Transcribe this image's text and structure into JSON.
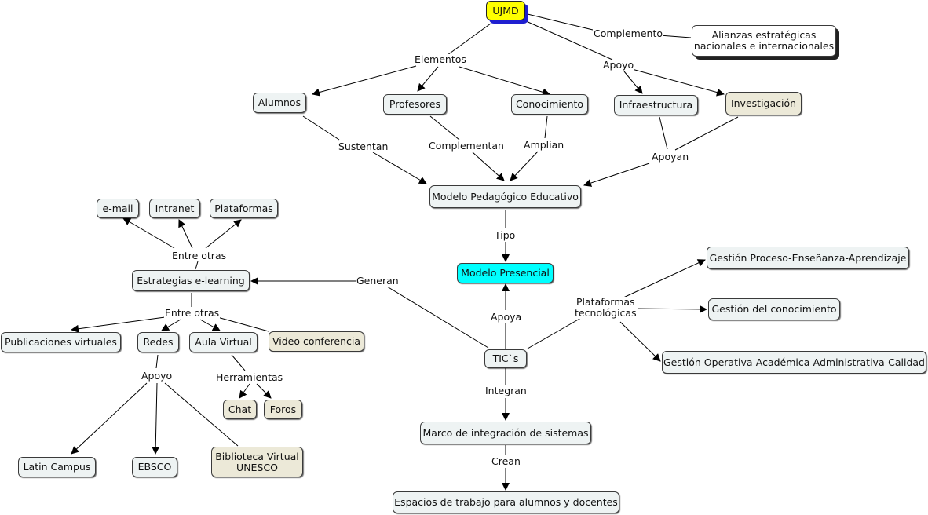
{
  "root": "UJMD",
  "nodes": {
    "alianzas": "Alianzas estratégicas\nnacionales e internacionales",
    "alumnos": "Alumnos",
    "profesores": "Profesores",
    "conocimiento": "Conocimiento",
    "infraestructura": "Infraestructura",
    "investigacion": "Investigación",
    "modelo_pedagogico": "Modelo Pedagógico Educativo",
    "modelo_presencial": "Modelo Presencial",
    "email": "e-mail",
    "intranet": "Intranet",
    "plataformas": "Plataformas",
    "estrategias": "Estrategias e-learning",
    "publicaciones": "Publicaciones virtuales",
    "redes": "Redes",
    "aula_virtual": "Aula Virtual",
    "video_conferencia": "Video conferencia",
    "chat": "Chat",
    "foros": "Foros",
    "latin_campus": "Latin Campus",
    "ebsco": "EBSCO",
    "biblioteca": "Biblioteca Virtual\nUNESCO",
    "tics": "TIC`s",
    "gestion_pea": "Gestión Proceso-Enseñanza-Aprendizaje",
    "gestion_conocimiento": "Gestión del conocimiento",
    "gestion_operativa": "Gestión Operativa-Académica-Administrativa-Calidad",
    "marco": "Marco de integración de sistemas",
    "espacios": "Espacios de trabajo para alumnos y docentes"
  },
  "labels": {
    "complemento": "Complemento",
    "elementos": "Elementos",
    "apoyo_top": "Apoyo",
    "sustentan": "Sustentan",
    "complementan": "Complementan",
    "amplian": "Amplian",
    "apoyan": "Apoyan",
    "tipo": "Tipo",
    "entre_otras_1": "Entre otras",
    "entre_otras_2": "Entre otras",
    "generan": "Generan",
    "apoya": "Apoya",
    "plataformas_tec": "Plataformas\ntecnológicas",
    "apoyo_redes": "Apoyo",
    "herramientas": "Herramientas",
    "integran": "Integran",
    "crean": "Crean"
  },
  "colors": {
    "root_fill": "#ffff00",
    "root_shadow": "#1f1fd0",
    "default_fill": "#eef3f3",
    "highlight_fill": "#ece9d8",
    "presencial_fill": "#00ffff"
  }
}
